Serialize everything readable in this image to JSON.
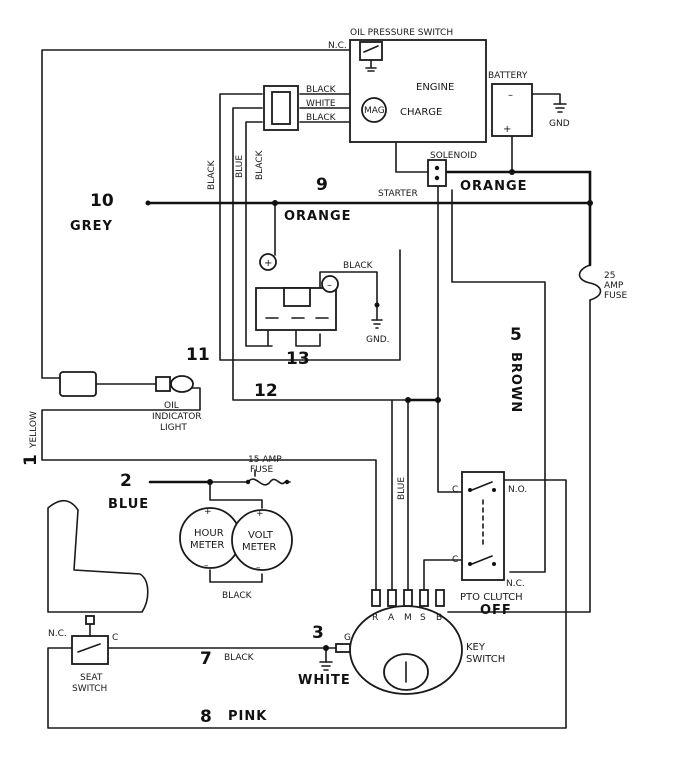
{
  "components": {
    "oil_pressure_switch": "OIL PRESSURE SWITCH",
    "nc_top": "N.C.",
    "engine": "ENGINE",
    "mag": "MAG",
    "charge": "CHARGE",
    "battery": "BATTERY",
    "gnd_battery": "GND",
    "solenoid": "SOLENOID",
    "starter": "STARTER",
    "fuse_25": "25 AMP FUSE",
    "gnd_regulator": "GND.",
    "oil_light_1": "OIL",
    "oil_light_2": "INDICATOR",
    "oil_light_3": "LIGHT",
    "fuse_15_1": "15 AMP",
    "fuse_15_2": "FUSE",
    "hour_meter_1": "HOUR",
    "hour_meter_2": "METER",
    "volt_meter_1": "VOLT",
    "volt_meter_2": "METER",
    "meters_black": "BLACK",
    "pto_clutch_1": "PTO CLUTCH",
    "pto_clutch_2": "OFF",
    "pto_c1": "C",
    "pto_no": "N.O.",
    "pto_c2": "C",
    "pto_nc": "N.C.",
    "key_switch_1": "KEY",
    "key_switch_2": "SWITCH",
    "seat_nc": "N.C.",
    "seat_c": "C",
    "seat_switch_1": "SEAT",
    "seat_switch_2": "SWITCH",
    "key_terminals": [
      "R",
      "A",
      "M",
      "S",
      "B"
    ],
    "key_g": "G"
  },
  "wire_labels": {
    "black_a": "BLACK",
    "white": "WHITE",
    "black_b": "BLACK",
    "vert_black_1": "BLACK",
    "vert_blue": "BLUE",
    "vert_black_2": "BLACK",
    "reg_black": "BLACK",
    "key_blue": "BLUE",
    "wire7_black": "BLACK"
  },
  "hand_labels": {
    "n10": "10",
    "grey": "GREY",
    "n9": "9",
    "orange_mid": "ORANGE",
    "orange_right": "ORANGE",
    "n11": "11",
    "n13": "13",
    "n12": "12",
    "n5": "5",
    "brown": "BROWN",
    "n1": "1",
    "yellow": "YELLOW",
    "n2": "2",
    "blue": "BLUE",
    "n3": "3",
    "white_bottom": "WHITE",
    "n7": "7",
    "n8": "8",
    "pink": "PINK"
  }
}
